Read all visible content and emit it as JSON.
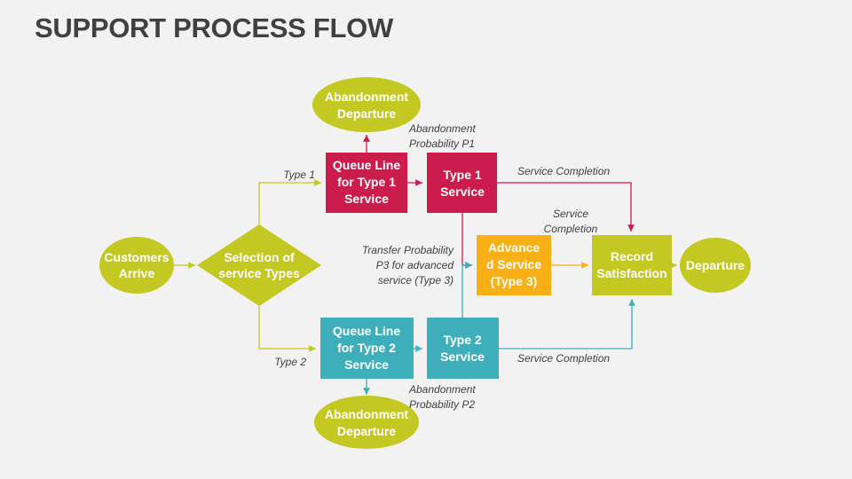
{
  "title": "SUPPORT PROCESS FLOW",
  "colors": {
    "green": "#c3c922",
    "red": "#cc1c4b",
    "teal": "#3eafba",
    "orange": "#f8b016",
    "title": "#404040",
    "background": "#f2f2f2"
  },
  "nodes": {
    "customers_arrive": [
      "Customers",
      "Arrive"
    ],
    "selection": [
      "Selection of",
      "service Types"
    ],
    "queue_type1": [
      "Queue Line",
      "for Type 1",
      "Service"
    ],
    "type1_service": [
      "Type 1",
      "Service"
    ],
    "abandon_top": [
      "Abandonment",
      "Departure"
    ],
    "advanced_service": [
      "Advance",
      "d Service",
      "(Type 3)"
    ],
    "record_satisfaction": [
      "Record",
      "Satisfaction"
    ],
    "departure": [
      "Departure"
    ],
    "queue_type2": [
      "Queue Line",
      "for Type 2",
      "Service"
    ],
    "type2_service": [
      "Type 2",
      "Service"
    ],
    "abandon_bottom": [
      "Abandonment",
      "Departure"
    ]
  },
  "labels": {
    "type1": [
      "Type 1"
    ],
    "type2": [
      "Type 2"
    ],
    "abandon_p1": [
      "Abandonment",
      "Probability P1"
    ],
    "abandon_p2": [
      "Abandonment",
      "Probability P2"
    ],
    "service_completion_1": [
      "Service Completion"
    ],
    "service_completion_3": [
      "Service",
      "Completion"
    ],
    "service_completion_2": [
      "Service Completion"
    ],
    "transfer_p3": [
      "Transfer Probability",
      "P3 for advanced",
      "service (Type 3)"
    ]
  }
}
